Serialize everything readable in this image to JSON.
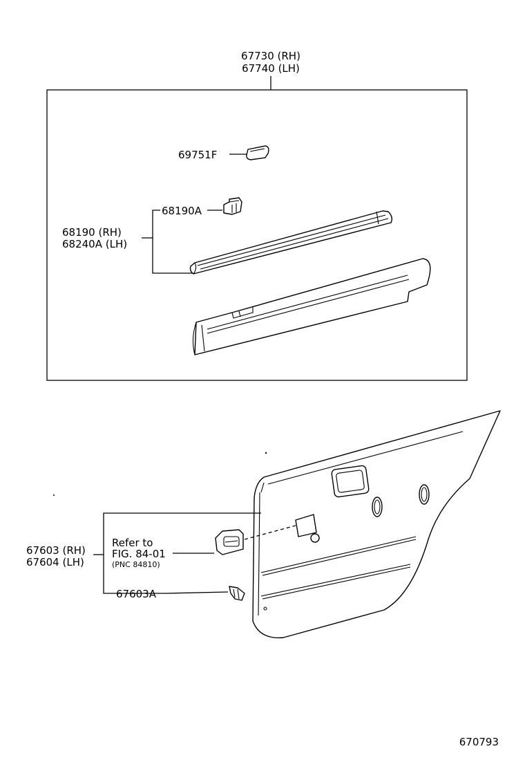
{
  "figure_id": "670793",
  "assembly": {
    "part_rh": "67730 (RH)",
    "part_lh": "67740 (LH)"
  },
  "callouts": {
    "clip_69751f": "69751F",
    "clip_68190a": "68190A",
    "weatherstrip_rh": "68190  (RH)",
    "weatherstrip_lh": "68240A (LH)",
    "panel_rh": "67603 (RH)",
    "panel_lh": "67604 (LH)",
    "refer_line1": "Refer to",
    "refer_line2": "FIG. 84-01",
    "refer_line3": "(PNC 84810)",
    "clip_67603a": "67603A"
  }
}
